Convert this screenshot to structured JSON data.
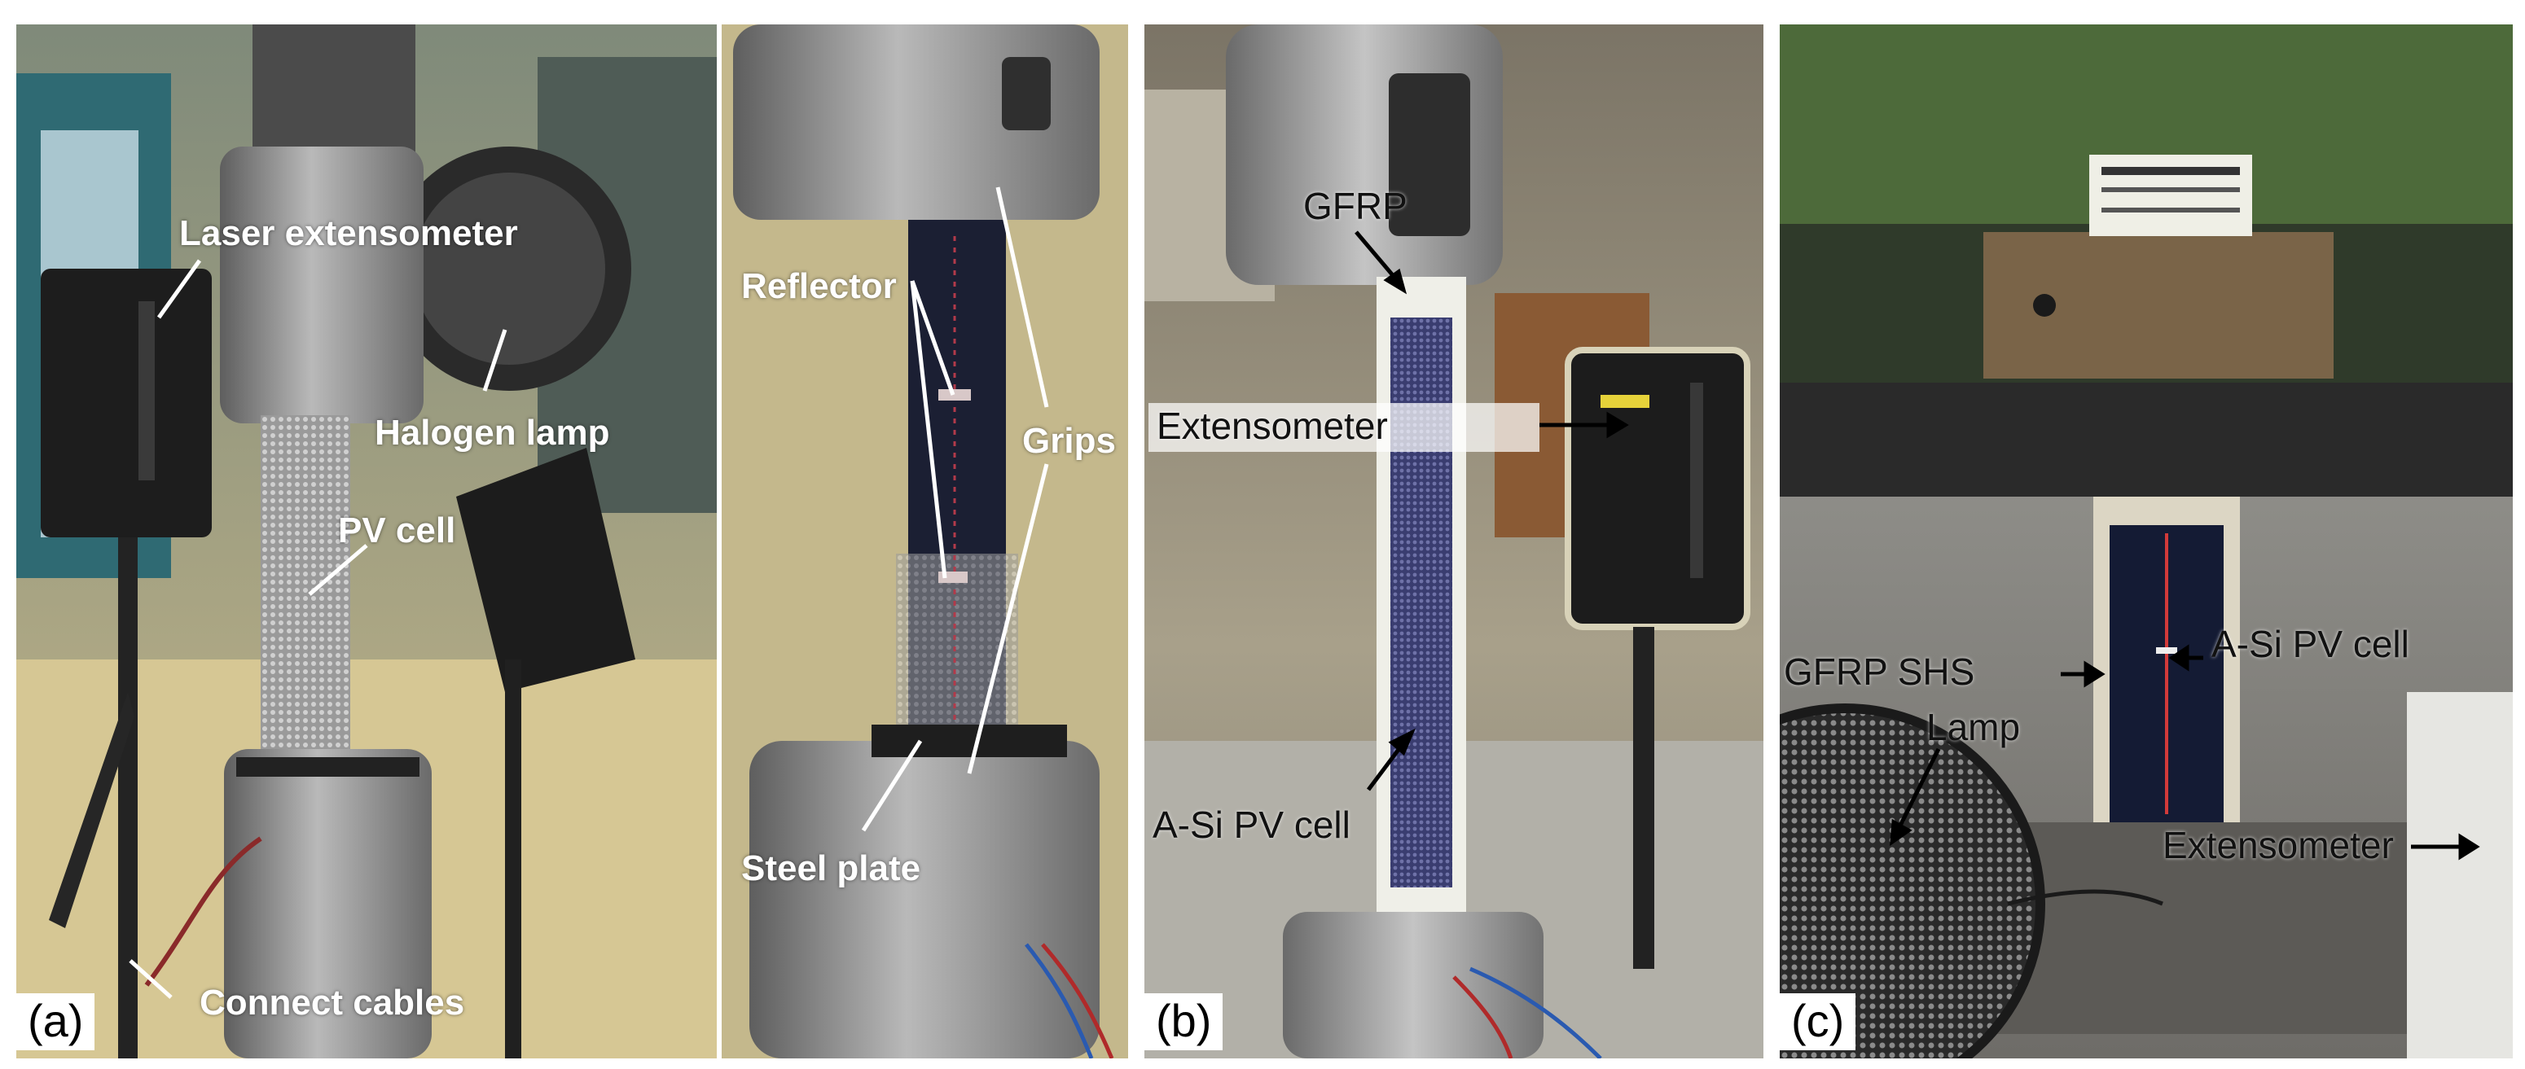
{
  "panels": [
    {
      "id": "(a)",
      "labels": {
        "laser_extensometer": "Laser extensometer",
        "halogen_lamp": "Halogen lamp",
        "pv_cell": "PV cell",
        "reflector": "Reflector",
        "grips": "Grips",
        "steel_plate": "Steel plate",
        "connect_cables": "Connect cables"
      }
    },
    {
      "id": "(b)",
      "labels": {
        "gfrp": "GFRP",
        "extensometer": "Extensometer",
        "a_si_pv_cell": "A-Si PV cell"
      }
    },
    {
      "id": "(c)",
      "labels": {
        "gfrp_shs": "GFRP SHS",
        "a_si_pv_cell": "A-Si PV cell",
        "lamp": "Lamp",
        "extensometer": "Extensometer"
      }
    }
  ]
}
